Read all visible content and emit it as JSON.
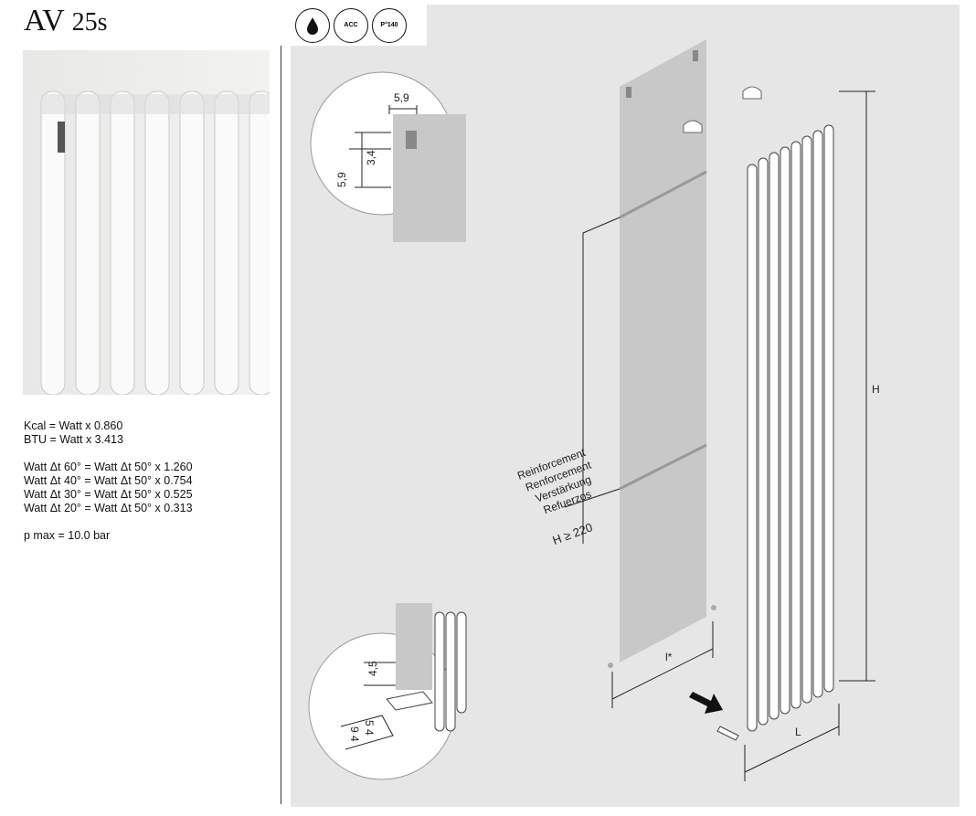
{
  "title": {
    "main": "AV",
    "model": "25s"
  },
  "icons": [
    {
      "name": "water-drop-icon"
    },
    {
      "name": "recycle-acc-icon",
      "label": "ACC"
    },
    {
      "name": "flag-pressure-icon",
      "label": "P°140"
    }
  ],
  "specs": {
    "conversions": [
      "Kcal = Watt x 0.860",
      "BTU = Watt x 3.413"
    ],
    "delta_t": [
      "Watt Δt 60° = Watt Δt 50° x 1.260",
      "Watt Δt 40° = Watt Δt 50° x 0.754",
      "Watt Δt 30° = Watt Δt 50° x 0.525",
      "Watt Δt 20° = Watt Δt 50° x 0.313"
    ],
    "pressure": "p max = 10.0 bar"
  },
  "diagram": {
    "detail_top": {
      "w": "5,9",
      "h1": "3,4",
      "h2": "5,9"
    },
    "detail_bottom": {
      "offset": "4,5",
      "d1": "5 4",
      "d2": "9 4"
    },
    "reinforcement": [
      "Reinforcement",
      "Renforcement",
      "Verstärkung",
      "Refuerzos"
    ],
    "min_height": "H ≥ 220",
    "width_label": "l*",
    "height_label": "H",
    "length_label": "L"
  }
}
